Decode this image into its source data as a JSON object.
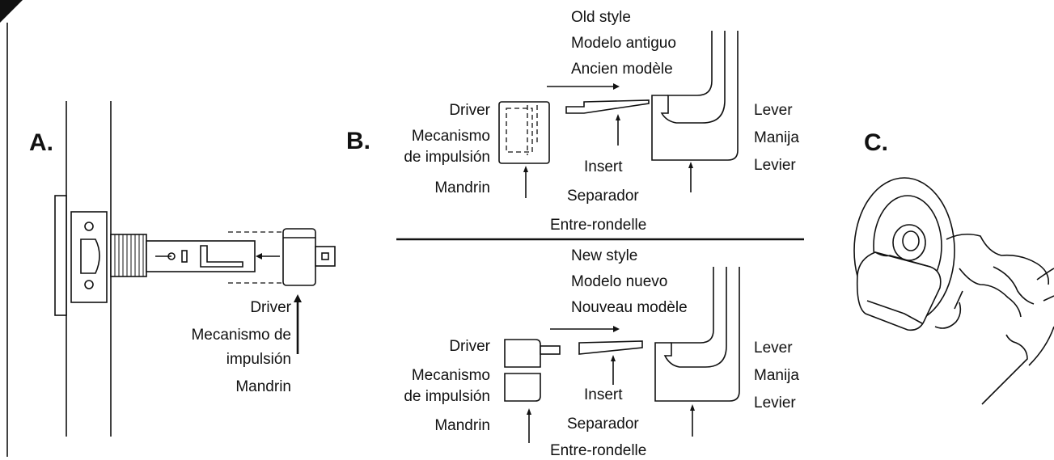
{
  "panels": {
    "a": {
      "letter": "A.",
      "labels": {
        "driver": "Driver",
        "mecanismo_1": "Mecanismo de",
        "mecanismo_2": "impulsión",
        "mandrin": "Mandrin"
      }
    },
    "b": {
      "letter": "B.",
      "old": {
        "style": "Old style",
        "modelo": "Modelo antiguo",
        "modele": "Ancien modèle",
        "driver": "Driver",
        "mecanismo": "Mecanismo",
        "impulsion": "de impulsión",
        "mandrin": "Mandrin",
        "insert": "Insert",
        "separador": "Separador",
        "entre_rondelle": "Entre-rondelle",
        "lever": "Lever",
        "manija": "Manija",
        "levier": "Levier"
      },
      "new": {
        "style": "New style",
        "modelo": "Modelo nuevo",
        "modele": "Nouveau modèle",
        "driver": "Driver",
        "mecanismo": "Mecanismo",
        "impulsion": "de impulsión",
        "mandrin": "Mandrin",
        "insert": "Insert",
        "separador": "Separador",
        "entre_rondelle": "Entre-rondelle",
        "lever": "Lever",
        "manija": "Manija",
        "levier": "Levier"
      }
    },
    "c": {
      "letter": "C."
    }
  }
}
